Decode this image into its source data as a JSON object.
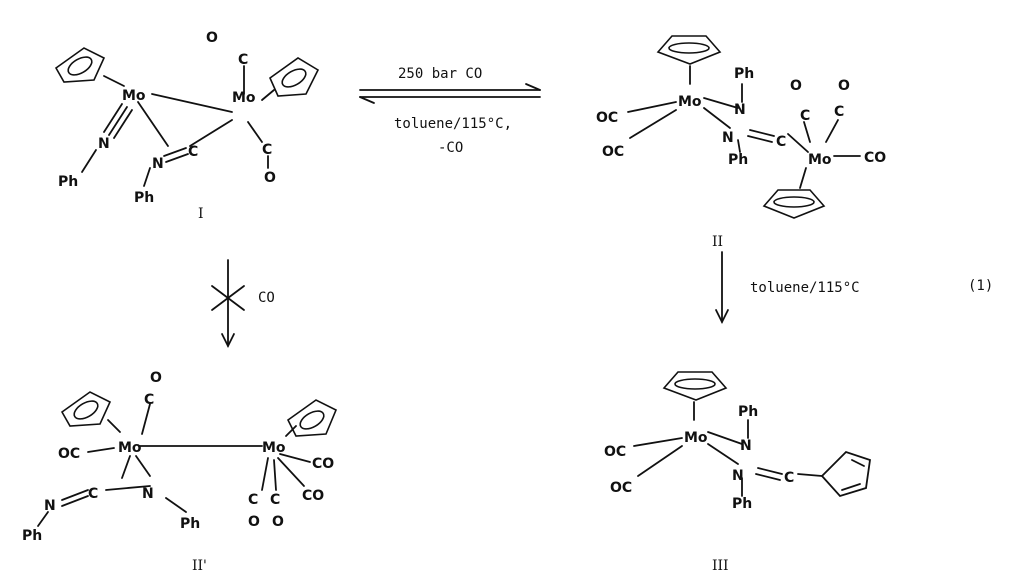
{
  "atoms": {
    "mo": "Mo",
    "c": "C",
    "o": "O",
    "n": "N",
    "ph": "Ph",
    "co": "CO",
    "oc": "OC"
  },
  "compounds": {
    "I": "I",
    "II": "II",
    "II_prime": "II'",
    "III": "III"
  },
  "arrows": {
    "forward_condition": "250 bar CO",
    "reverse_condition_1": "toluene/115°C,",
    "reverse_condition_2": "-CO",
    "blocked_reagent": "CO",
    "down_condition": "toluene/115°C"
  },
  "equation_number": "(1)",
  "colors": {
    "ink": "#111111",
    "background": "#ffffff"
  }
}
